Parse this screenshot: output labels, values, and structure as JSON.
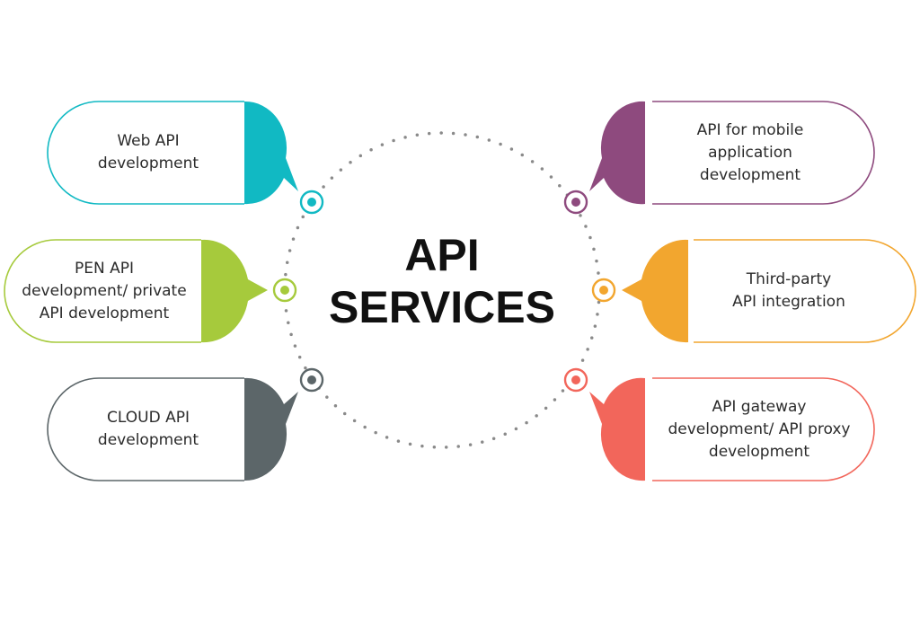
{
  "title": {
    "line1": "API",
    "line2": "SERVICES"
  },
  "items": [
    {
      "label": "Web API\ndevelopment",
      "color": "#11b9c3"
    },
    {
      "label": "PEN API\ndevelopment/  private\nAPI development",
      "color": "#a6ca3c"
    },
    {
      "label": "CLOUD API\ndevelopment",
      "color": "#5c6669"
    },
    {
      "label": "API for mobile\napplication\ndevelopment",
      "color": "#8e4a7e"
    },
    {
      "label": "Third-party\nAPI integration",
      "color": "#f2a62f"
    },
    {
      "label": "API gateway\ndevelopment/ API proxy\ndevelopment",
      "color": "#f2665b"
    }
  ],
  "ring_color": "#8a8a8a"
}
